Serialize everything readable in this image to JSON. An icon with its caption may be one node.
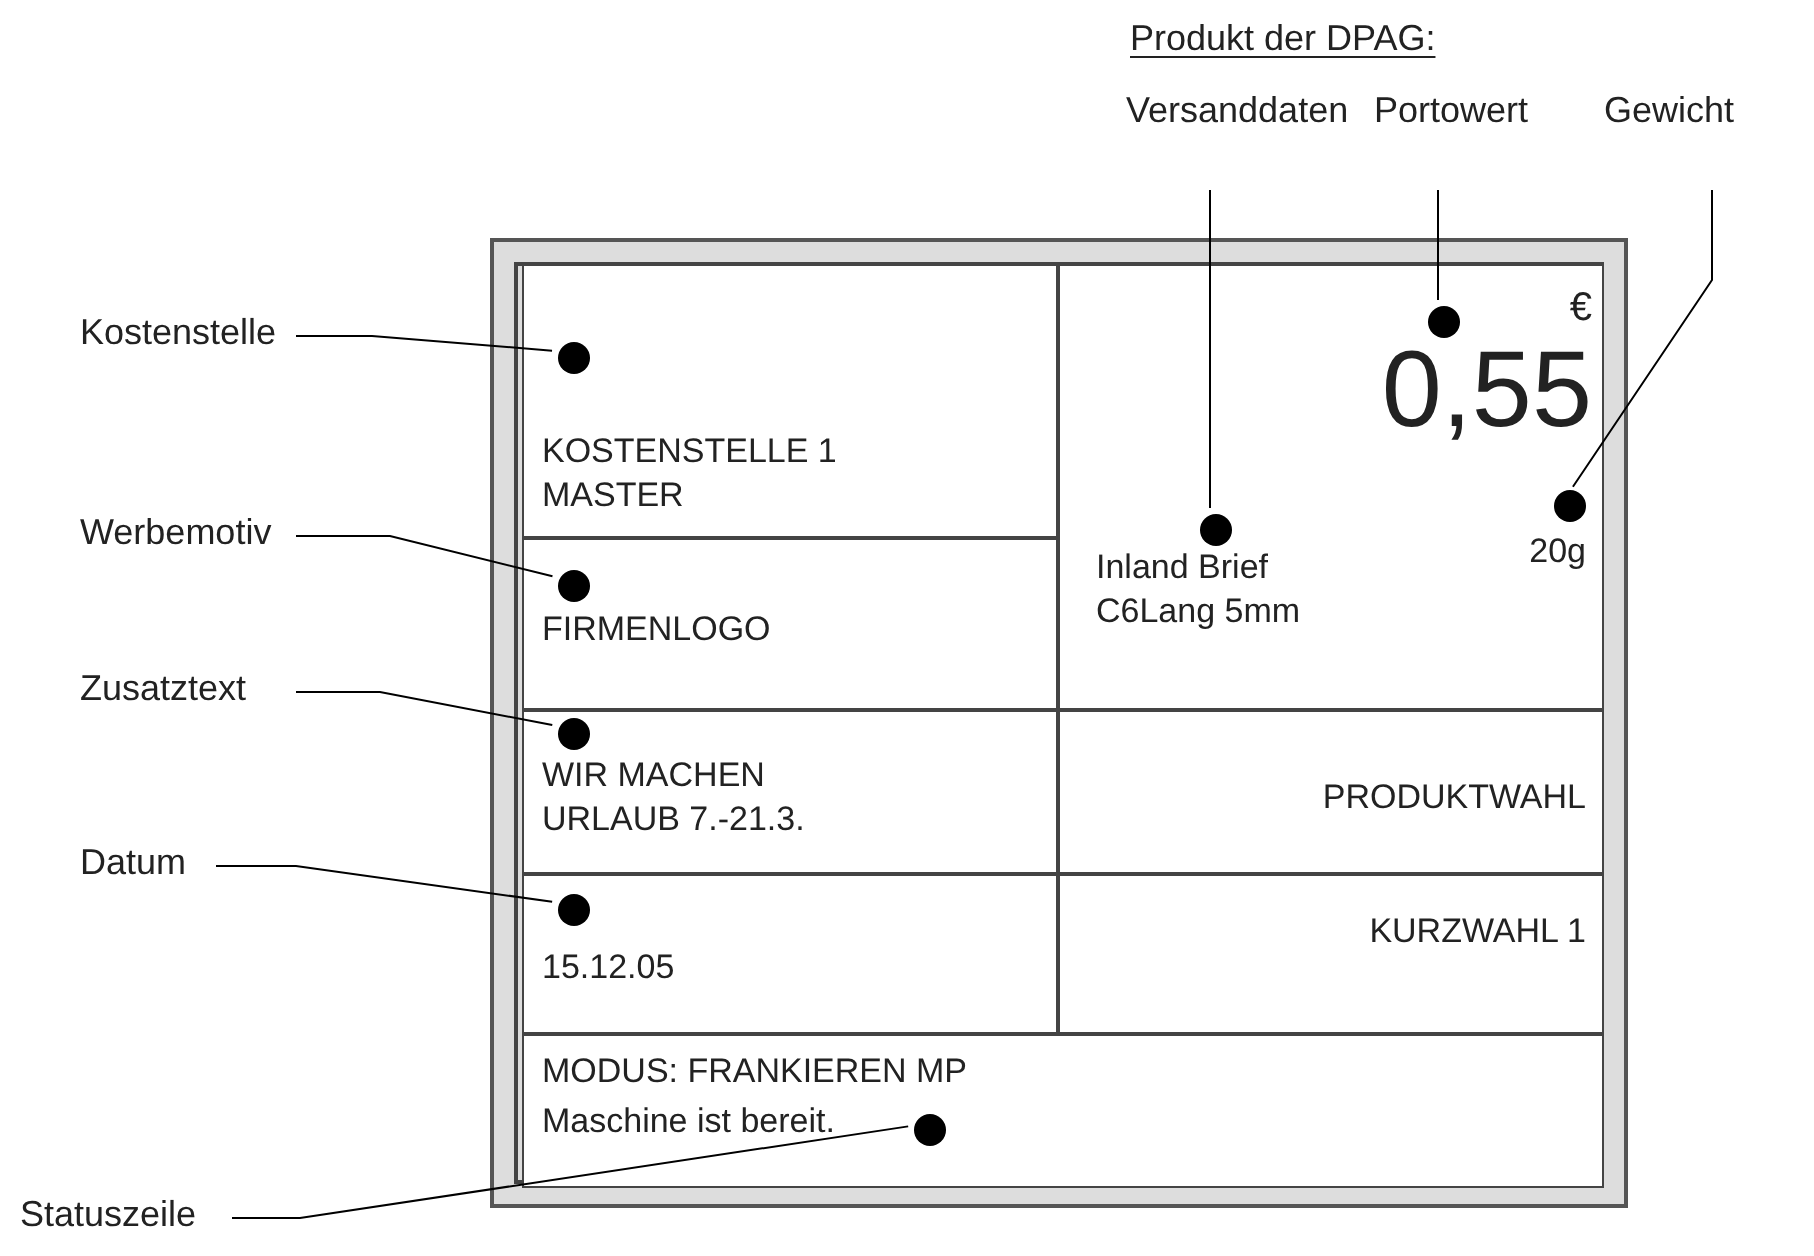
{
  "diagram": {
    "nodes": [
      {
        "text": [],
        "shape": "box"
      },
      {
        "text": [
          "KOSTENSTELLE 1 MASTER"
        ],
        "in": 0
      },
      {
        "text": [
          "FIRMENLOGO"
        ],
        "in": 0
      },
      {
        "text": [
          "€",
          "0,55",
          "20g",
          "Inland Brief C6Lang 5mm"
        ],
        "in": 0
      },
      {
        "text": [
          "WIR MACHEN URLAUB 7.-21.3."
        ],
        "in": 0
      },
      {
        "text": [
          "PRODUKTWAHL"
        ],
        "in": 0
      },
      {
        "text": [
          "15.12.05"
        ],
        "in": 0
      },
      {
        "text": [
          "KURZWAHL 1"
        ],
        "in": 0
      },
      {
        "text": [
          "MODUS: FRANKIEREN MP",
          "Maschine ist bereit."
        ],
        "in": 0
      },
      {
        "text": [
          "Kostenstelle"
        ]
      },
      {
        "text": [
          "Werbemotiv"
        ]
      },
      {
        "text": [
          "Zusatztext"
        ]
      },
      {
        "text": [
          "Datum"
        ]
      },
      {
        "text": [
          "Statuszeile"
        ]
      },
      {
        "text": [
          "Versanddaten"
        ]
      },
      {
        "text": [
          "Portowert"
        ]
      },
      {
        "text": [
          "Gewicht"
        ]
      },
      {
        "text": [],
        "shape": "circle",
        "in": 3
      },
      {
        "text": [],
        "shape": "circle",
        "in": 1
      },
      {
        "text": [],
        "shape": "circle",
        "in": 3
      },
      {
        "text": [],
        "shape": "circle",
        "in": 3
      },
      {
        "text": [],
        "shape": "circle",
        "in": 2
      },
      {
        "text": [],
        "shape": "circle",
        "in": 4
      },
      {
        "text": [],
        "shape": "circle",
        "in": 6
      },
      {
        "text": [],
        "shape": "circle",
        "in": 8
      }
    ],
    "edges": [
      {
        "from": 9,
        "to": 18,
        "arrow": "none"
      },
      {
        "from": 10,
        "to": 21,
        "arrow": "none"
      },
      {
        "from": 11,
        "to": 22,
        "arrow": "none"
      },
      {
        "from": 12,
        "to": 23,
        "arrow": "none"
      },
      {
        "from": 13,
        "to": 24,
        "arrow": "none"
      },
      {
        "from": 14,
        "to": 20,
        "arrow": "none"
      },
      {
        "from": 15,
        "to": 17,
        "arrow": "none"
      },
      {
        "from": 16,
        "to": 19,
        "arrow": "none"
      }
    ],
    "labels": [
      "Produkt der DPAG:"
    ]
  }
}
